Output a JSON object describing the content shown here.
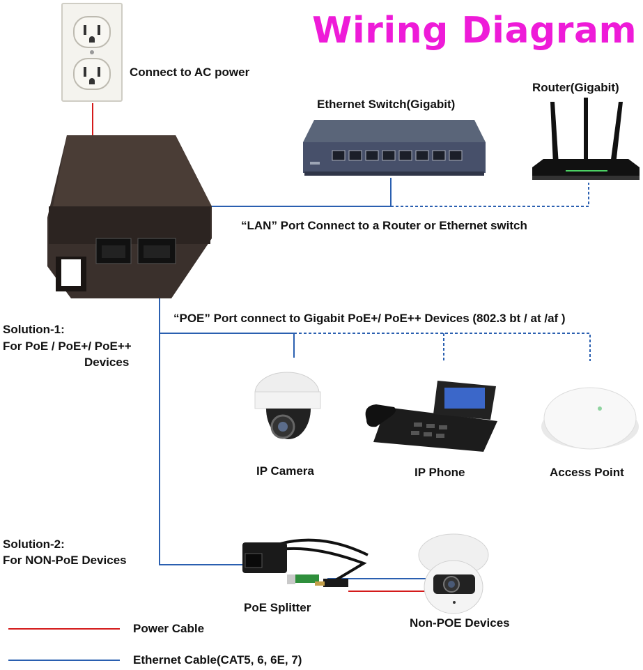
{
  "title": "Wiring Diagram",
  "labels": {
    "ac_power": "Connect to AC power",
    "switch": "Ethernet Switch(Gigabit)",
    "router": "Router(Gigabit)",
    "lan_port": "“LAN” Port Connect to a Router or Ethernet switch",
    "poe_port": "“POE” Port connect to Gigabit PoE+/ PoE++ Devices (802.3 bt / at /af )",
    "ip_camera": "IP Camera",
    "ip_phone": "IP Phone",
    "access_point": "Access Point",
    "poe_splitter": "PoE Splitter",
    "non_poe_devices": "Non-POE Devices"
  },
  "solutions": {
    "s1_title": "Solution-1:",
    "s1_line1": "For PoE / PoE+/ PoE++",
    "s1_line2": "Devices",
    "s2_title": "Solution-2:",
    "s2_line1": "For NON-PoE Devices"
  },
  "legend": {
    "power": "Power Cable",
    "ethernet": "Ethernet Cable(CAT5, 6, 6E, 7)"
  },
  "colors": {
    "title": "#ee1bd8",
    "power_cable": "#d41a1a",
    "ethernet_cable": "#2a5fb0",
    "dotted_cable": "#2a5fb0"
  },
  "icons": [
    "wall-outlet-icon",
    "poe-injector-icon",
    "ethernet-switch-icon",
    "router-icon",
    "dome-camera-icon",
    "ip-phone-icon",
    "access-point-icon",
    "poe-splitter-icon",
    "turret-camera-icon"
  ]
}
